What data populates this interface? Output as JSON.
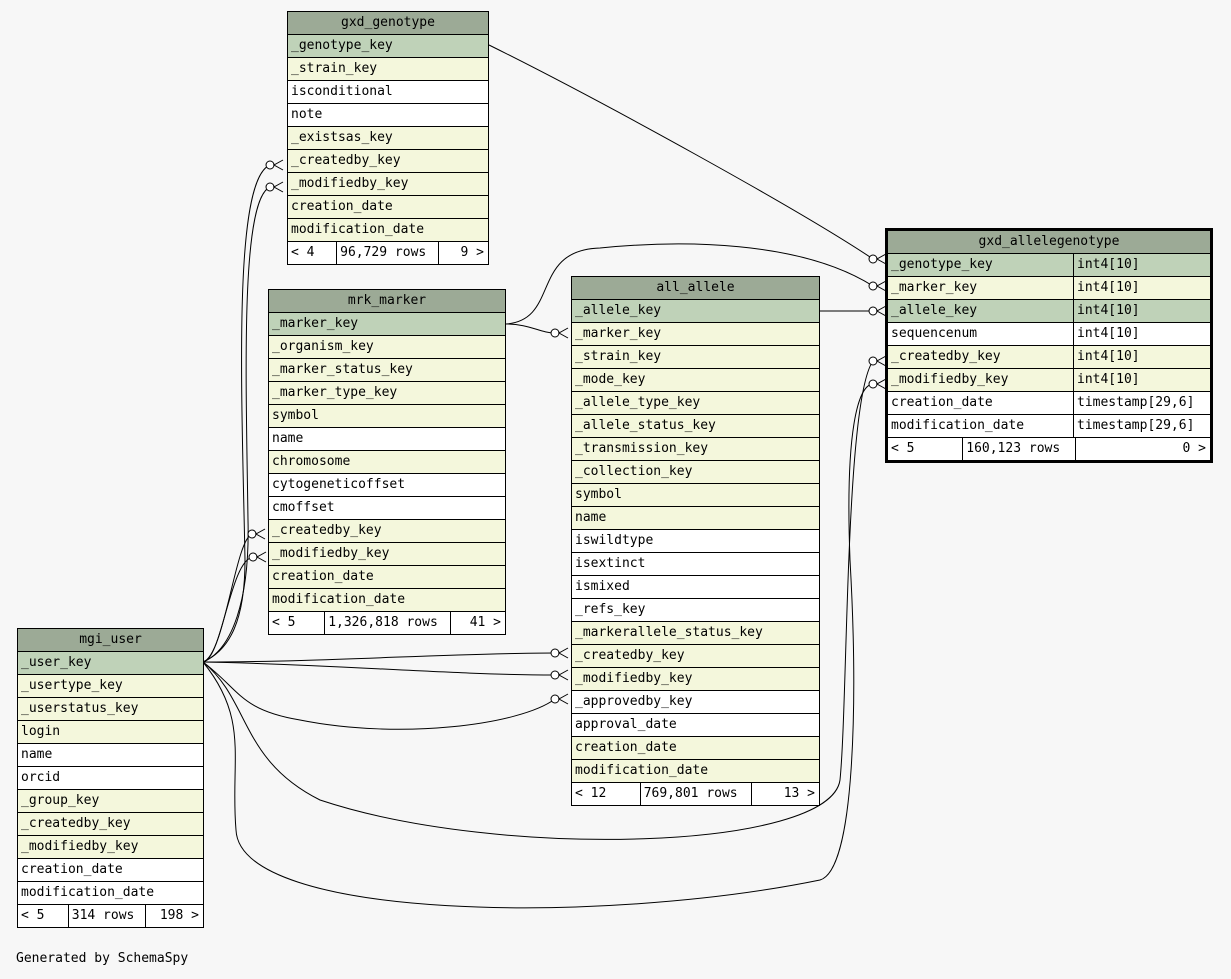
{
  "tables": {
    "gxd_genotype": {
      "name": "gxd_genotype",
      "columns": [
        {
          "name": "_genotype_key",
          "kind": "pk"
        },
        {
          "name": "_strain_key",
          "kind": "fk"
        },
        {
          "name": "isconditional",
          "kind": "plain"
        },
        {
          "name": "note",
          "kind": "plain"
        },
        {
          "name": "_existsas_key",
          "kind": "fk"
        },
        {
          "name": "_createdby_key",
          "kind": "fk"
        },
        {
          "name": "_modifiedby_key",
          "kind": "fk"
        },
        {
          "name": "creation_date",
          "kind": "fk"
        },
        {
          "name": "modification_date",
          "kind": "fk"
        }
      ],
      "footer": {
        "parents": "< 4",
        "rows": "96,729 rows",
        "children": "9 >"
      }
    },
    "mrk_marker": {
      "name": "mrk_marker",
      "columns": [
        {
          "name": "_marker_key",
          "kind": "pk"
        },
        {
          "name": "_organism_key",
          "kind": "fk"
        },
        {
          "name": "_marker_status_key",
          "kind": "fk"
        },
        {
          "name": "_marker_type_key",
          "kind": "fk"
        },
        {
          "name": "symbol",
          "kind": "fk"
        },
        {
          "name": "name",
          "kind": "plain"
        },
        {
          "name": "chromosome",
          "kind": "fk"
        },
        {
          "name": "cytogeneticoffset",
          "kind": "plain"
        },
        {
          "name": "cmoffset",
          "kind": "plain"
        },
        {
          "name": "_createdby_key",
          "kind": "fk"
        },
        {
          "name": "_modifiedby_key",
          "kind": "fk"
        },
        {
          "name": "creation_date",
          "kind": "fk"
        },
        {
          "name": "modification_date",
          "kind": "fk"
        }
      ],
      "footer": {
        "parents": "< 5",
        "rows": "1,326,818 rows",
        "children": "41 >"
      }
    },
    "all_allele": {
      "name": "all_allele",
      "columns": [
        {
          "name": "_allele_key",
          "kind": "pk"
        },
        {
          "name": "_marker_key",
          "kind": "fk"
        },
        {
          "name": "_strain_key",
          "kind": "fk"
        },
        {
          "name": "_mode_key",
          "kind": "fk"
        },
        {
          "name": "_allele_type_key",
          "kind": "fk"
        },
        {
          "name": "_allele_status_key",
          "kind": "fk"
        },
        {
          "name": "_transmission_key",
          "kind": "fk"
        },
        {
          "name": "_collection_key",
          "kind": "fk"
        },
        {
          "name": "symbol",
          "kind": "fk"
        },
        {
          "name": "name",
          "kind": "fk"
        },
        {
          "name": "iswildtype",
          "kind": "plain"
        },
        {
          "name": "isextinct",
          "kind": "plain"
        },
        {
          "name": "ismixed",
          "kind": "plain"
        },
        {
          "name": "_refs_key",
          "kind": "plain"
        },
        {
          "name": "_markerallele_status_key",
          "kind": "fk"
        },
        {
          "name": "_createdby_key",
          "kind": "fk"
        },
        {
          "name": "_modifiedby_key",
          "kind": "fk"
        },
        {
          "name": "_approvedby_key",
          "kind": "plain"
        },
        {
          "name": "approval_date",
          "kind": "plain"
        },
        {
          "name": "creation_date",
          "kind": "fk"
        },
        {
          "name": "modification_date",
          "kind": "fk"
        }
      ],
      "footer": {
        "parents": "< 12",
        "rows": "769,801 rows",
        "children": "13 >"
      }
    },
    "mgi_user": {
      "name": "mgi_user",
      "columns": [
        {
          "name": "_user_key",
          "kind": "pk"
        },
        {
          "name": "_usertype_key",
          "kind": "fk"
        },
        {
          "name": "_userstatus_key",
          "kind": "fk"
        },
        {
          "name": "login",
          "kind": "fk"
        },
        {
          "name": "name",
          "kind": "plain"
        },
        {
          "name": "orcid",
          "kind": "plain"
        },
        {
          "name": "_group_key",
          "kind": "fk"
        },
        {
          "name": "_createdby_key",
          "kind": "fk"
        },
        {
          "name": "_modifiedby_key",
          "kind": "fk"
        },
        {
          "name": "creation_date",
          "kind": "plain"
        },
        {
          "name": "modification_date",
          "kind": "plain"
        }
      ],
      "footer": {
        "parents": "< 5",
        "rows": "314 rows",
        "children": "198 >"
      }
    },
    "gxd_allelegenotype": {
      "name": "gxd_allelegenotype",
      "columns": [
        {
          "name": "_genotype_key",
          "type": "int4[10]",
          "kind": "pk"
        },
        {
          "name": "_marker_key",
          "type": "int4[10]",
          "kind": "fk"
        },
        {
          "name": "_allele_key",
          "type": "int4[10]",
          "kind": "pk"
        },
        {
          "name": "sequencenum",
          "type": "int4[10]",
          "kind": "plain"
        },
        {
          "name": "_createdby_key",
          "type": "int4[10]",
          "kind": "fk"
        },
        {
          "name": "_modifiedby_key",
          "type": "int4[10]",
          "kind": "fk"
        },
        {
          "name": "creation_date",
          "type": "timestamp[29,6]",
          "kind": "plain"
        },
        {
          "name": "modification_date",
          "type": "timestamp[29,6]",
          "kind": "plain"
        }
      ],
      "footer": {
        "parents": "< 5",
        "rows": "160,123 rows",
        "children": "0 >"
      }
    }
  },
  "generated_by": "Generated by SchemaSpy"
}
